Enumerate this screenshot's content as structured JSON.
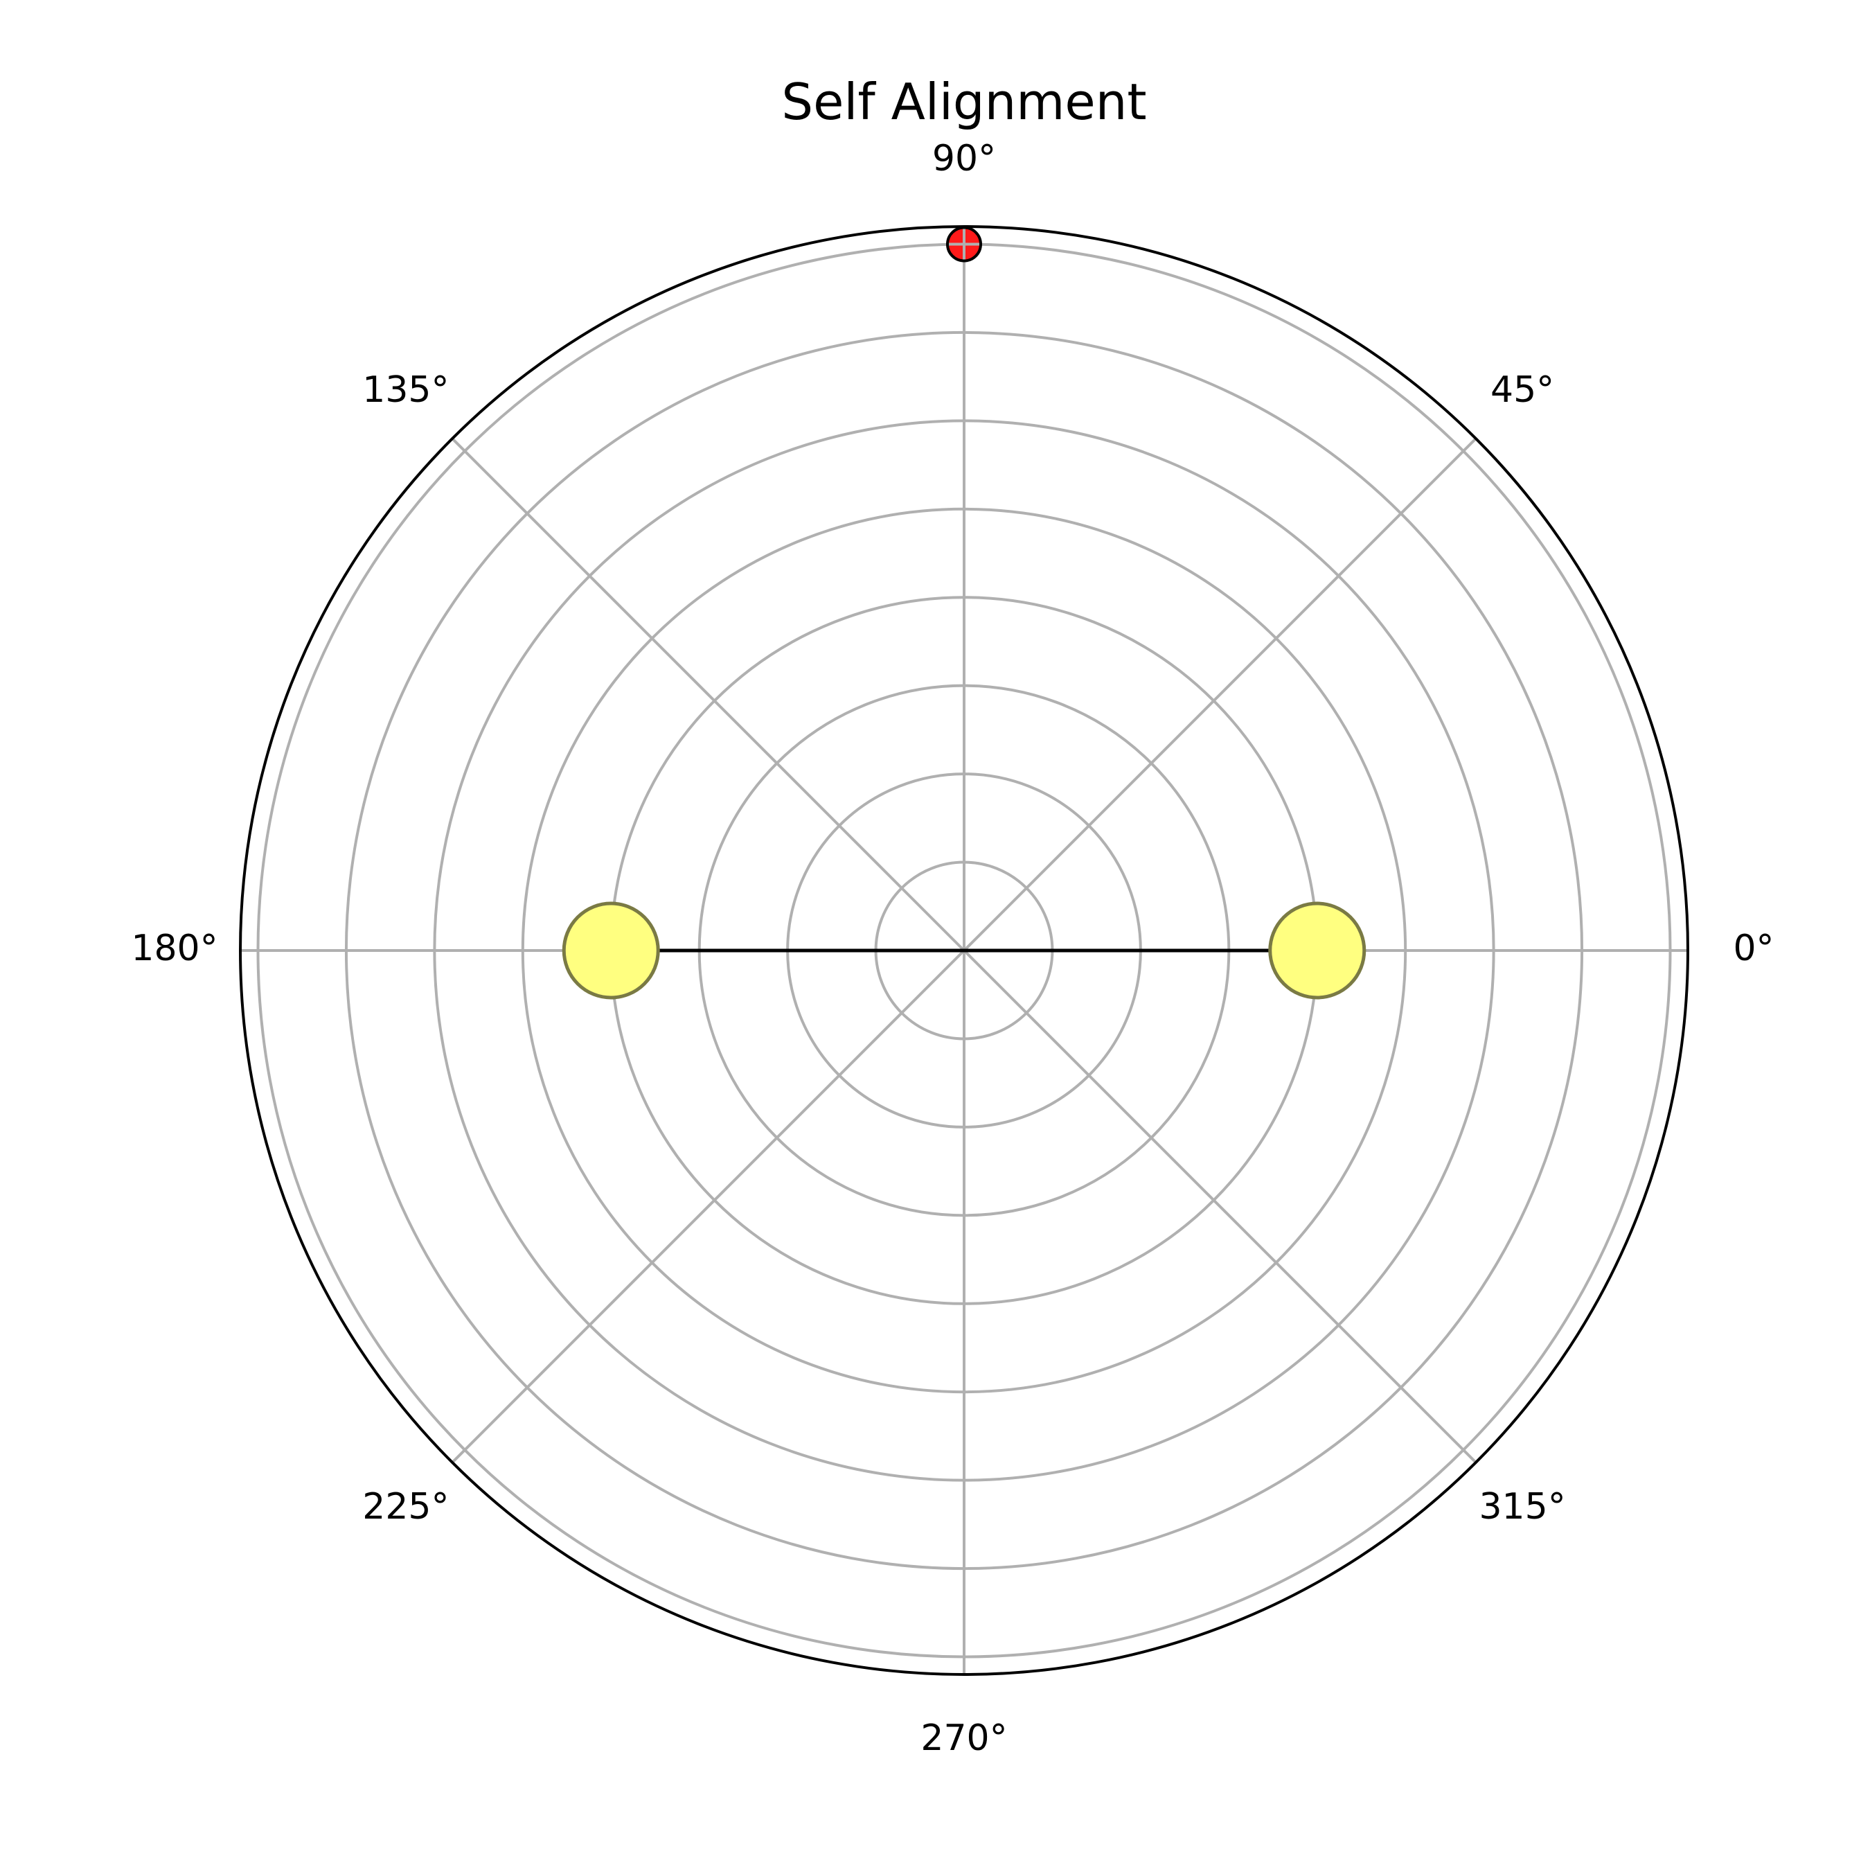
{
  "chart_data": {
    "type": "polar-scatter",
    "title": "Self Alignment",
    "angle_ticks": [
      {
        "angle": 0,
        "label": "0°"
      },
      {
        "angle": 45,
        "label": "45°"
      },
      {
        "angle": 90,
        "label": "90°"
      },
      {
        "angle": 135,
        "label": "135°"
      },
      {
        "angle": 180,
        "label": "180°"
      },
      {
        "angle": 225,
        "label": "225°"
      },
      {
        "angle": 270,
        "label": "270°"
      },
      {
        "angle": 315,
        "label": "315°"
      }
    ],
    "radial_gridlines": [
      1,
      2,
      3,
      4,
      5,
      6,
      7,
      8
    ],
    "rlim": [
      0,
      8.2
    ],
    "radial_tick_labels_shown": false,
    "grid": true,
    "points": [
      {
        "theta": 0,
        "r": 4,
        "size": "large",
        "color": "#ffff80",
        "edge": "#7a7a44"
      },
      {
        "theta": 180,
        "r": 4,
        "size": "large",
        "color": "#ffff80",
        "edge": "#7a7a44"
      },
      {
        "theta": 90,
        "r": 8,
        "size": "small",
        "color": "#ff1a1a",
        "edge": "#000000"
      }
    ],
    "lines": [
      {
        "from": {
          "theta": 180,
          "r": 4
        },
        "to": {
          "theta": 0,
          "r": 4
        },
        "color": "#000000"
      }
    ],
    "colors": {
      "grid": "#b0b0b0",
      "frame": "#000000"
    }
  }
}
